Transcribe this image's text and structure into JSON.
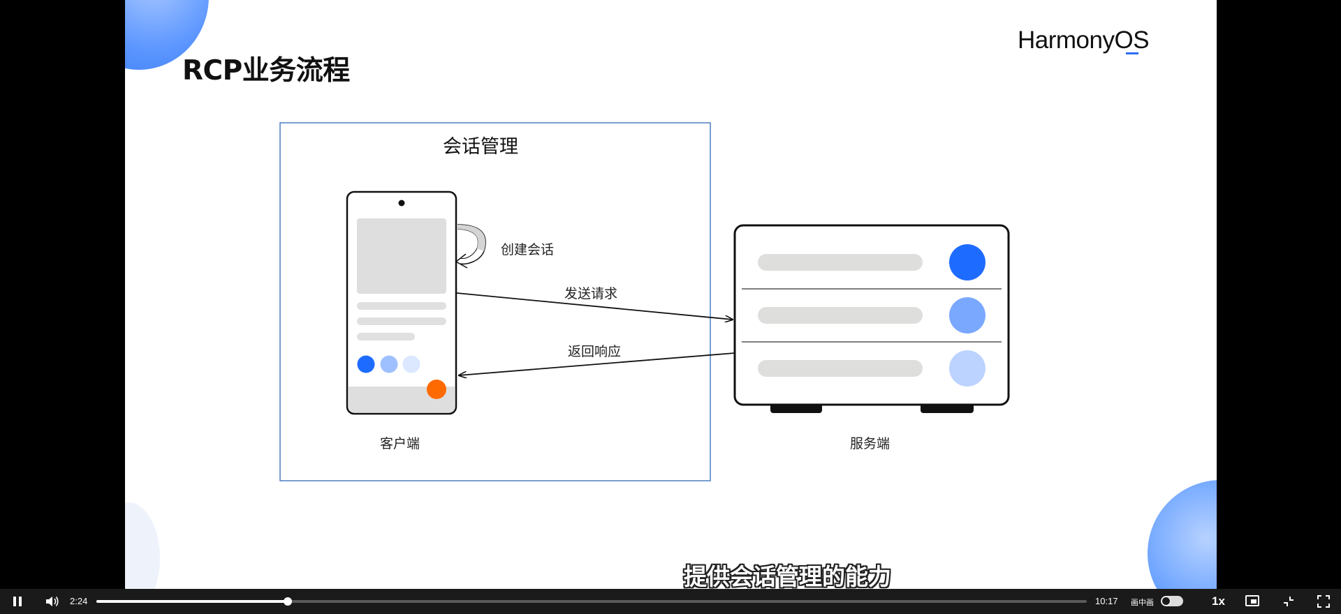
{
  "slide": {
    "title": "RCP业务流程",
    "logo_text": "HarmonyOS",
    "box_title": "会话管理",
    "labels": {
      "create_session": "创建会话",
      "send_request": "发送请求",
      "return_response": "返回响应",
      "client": "客户端",
      "server": "服务端"
    },
    "subtitle": "提供会话管理的能力"
  },
  "colors": {
    "accent_blue": "#1e6cff",
    "mid_blue": "#7aa8ff",
    "light_blue": "#bcd3ff",
    "orange": "#ff6a00",
    "box_border": "#4a7fc1"
  },
  "player": {
    "current_time": "2:24",
    "total_time": "10:17",
    "progress": 0.1935,
    "pip_label": "画中画",
    "speed_label": "1x",
    "icons": {
      "play": "pause-icon",
      "volume": "volume-icon",
      "pip": "picture-in-picture-icon",
      "exit_fullscreen": "shrink-icon",
      "fullscreen": "fullscreen-icon"
    }
  }
}
